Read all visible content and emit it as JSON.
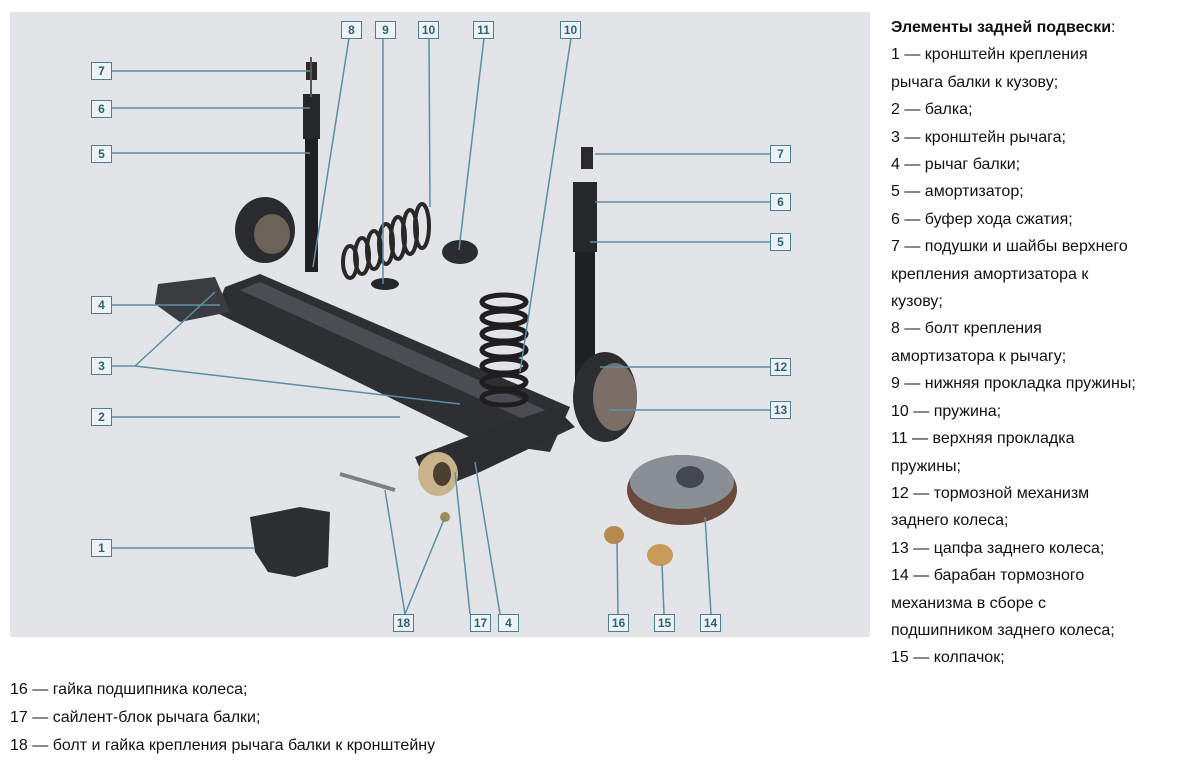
{
  "diagram": {
    "callouts": [
      {
        "id": "c8",
        "label": "8"
      },
      {
        "id": "c9",
        "label": "9"
      },
      {
        "id": "c10a",
        "label": "10"
      },
      {
        "id": "c11",
        "label": "11"
      },
      {
        "id": "c10b",
        "label": "10"
      },
      {
        "id": "c7l",
        "label": "7"
      },
      {
        "id": "c6l",
        "label": "6"
      },
      {
        "id": "c5l",
        "label": "5"
      },
      {
        "id": "c4l",
        "label": "4"
      },
      {
        "id": "c3",
        "label": "3"
      },
      {
        "id": "c2",
        "label": "2"
      },
      {
        "id": "c1",
        "label": "1"
      },
      {
        "id": "c7r",
        "label": "7"
      },
      {
        "id": "c6r",
        "label": "6"
      },
      {
        "id": "c5r",
        "label": "5"
      },
      {
        "id": "c12",
        "label": "12"
      },
      {
        "id": "c13",
        "label": "13"
      },
      {
        "id": "c18",
        "label": "18"
      },
      {
        "id": "c17",
        "label": "17"
      },
      {
        "id": "c4b",
        "label": "4"
      },
      {
        "id": "c16",
        "label": "16"
      },
      {
        "id": "c15",
        "label": "15"
      },
      {
        "id": "c14",
        "label": "14"
      }
    ],
    "colors": {
      "background": "#e3e4e8",
      "callout_border": "#4c7f92",
      "callout_text": "#2f6377",
      "leader": "#5b8fa3"
    }
  },
  "legend": {
    "title": "Элементы задней подвески",
    "title_suffix": ":",
    "lines": [
      "1 — кронштейн крепления",
      "рычага балки к кузову;",
      "2 — балка;",
      "3 — кронштейн рычага;",
      "4 — рычаг балки;",
      "5 — амортизатор;",
      "6 — буфер хода сжатия;",
      "7 — подушки и шайбы верхнего",
      "крепления амортизатора к",
      "кузову;",
      "8 — болт крепления",
      "амортизатора к рычагу;",
      "9 — нижняя прокладка пружины;",
      "10 — пружина;",
      "11 — верхняя прокладка",
      "пружины;",
      "12 — тормозной механизм",
      "заднего колеса;",
      "13 — цапфа заднего колеса;",
      "14 — барабан тормозного",
      "механизма в сборе с",
      "подшипником заднего колеса;",
      "15 — колпачок;"
    ]
  },
  "bottom": {
    "lines": [
      "16 — гайка подшипника колеса;",
      "17 — сайлент-блок рычага балки;",
      "18 — болт и гайка крепления рычага балки к кронштейну"
    ]
  }
}
